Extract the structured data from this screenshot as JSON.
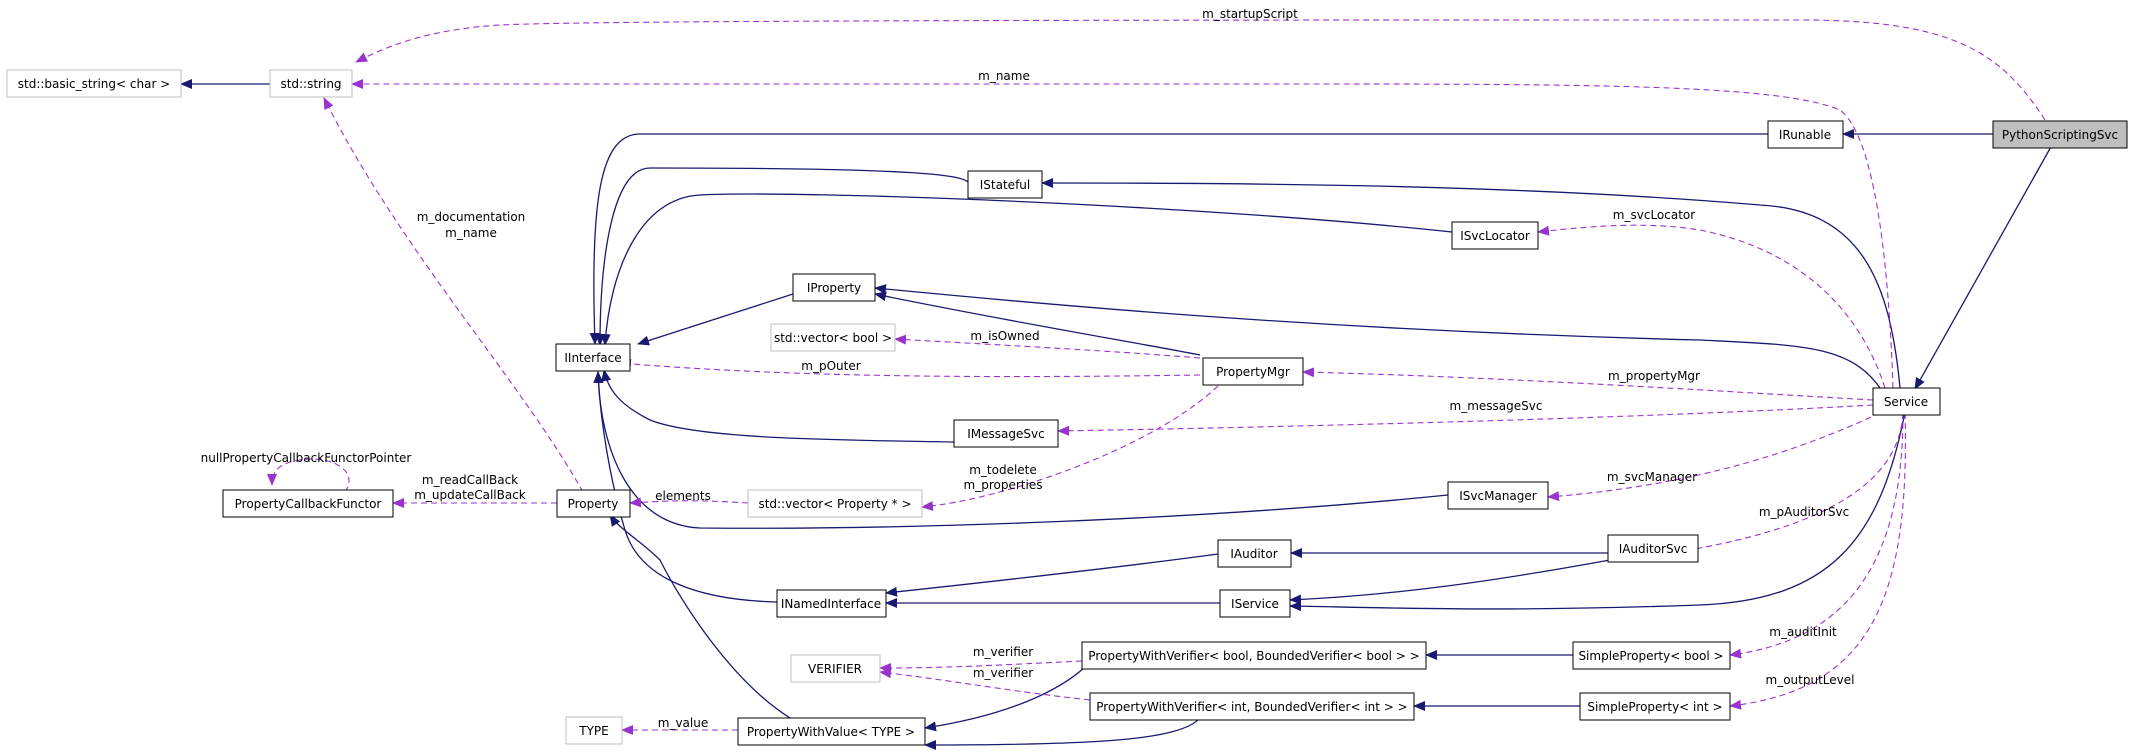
{
  "colors": {
    "inheritance": "#191970",
    "usage": "#9a32cd",
    "self_fill": "#bfbfbf",
    "external_border": "#bfbfbf"
  },
  "nodes": {
    "basic_string": "std::basic_string< char >",
    "std_string": "std::string",
    "python_scripting_svc": "PythonScriptingSvc",
    "irunable": "IRunable",
    "istateful": "IStateful",
    "isvclocator": "ISvcLocator",
    "iproperty": "IProperty",
    "vector_bool": "std::vector< bool >",
    "iinterface": "IInterface",
    "property_mgr": "PropertyMgr",
    "service": "Service",
    "imessagesvc": "IMessageSvc",
    "property_callback_functor": "PropertyCallbackFunctor",
    "property": "Property",
    "vector_property_ptr": "std::vector< Property * >",
    "isvcmanager": "ISvcManager",
    "iauditor": "IAuditor",
    "iauditorsvc": "IAuditorSvc",
    "inamedinterface": "INamedInterface",
    "iservice": "IService",
    "verifier": "VERIFIER",
    "pwv_bool": "PropertyWithVerifier< bool, BoundedVerifier< bool > >",
    "simple_property_bool": "SimpleProperty< bool >",
    "pwv_int": "PropertyWithVerifier< int, BoundedVerifier< int > >",
    "simple_property_int": "SimpleProperty< int >",
    "type": "TYPE",
    "property_with_value": "PropertyWithValue< TYPE >"
  },
  "edge_labels": {
    "m_startupScript": "m_startupScript",
    "m_name": "m_name",
    "m_documentation": "m_documentation",
    "m_name_doc": "m_name",
    "m_svcLocator": "m_svcLocator",
    "m_isOwned": "m_isOwned",
    "m_pOuter": "m_pOuter",
    "m_propertyMgr": "m_propertyMgr",
    "m_messageSvc": "m_messageSvc",
    "nullPropertyCallbackFunctorPointer": "nullPropertyCallbackFunctorPointer",
    "m_readCallBack": "m_readCallBack",
    "m_updateCallBack": "m_updateCallBack",
    "elements": "elements",
    "m_todelete": "m_todelete",
    "m_properties": "m_properties",
    "m_svcManager": "m_svcManager",
    "m_pAuditorSvc": "m_pAuditorSvc",
    "m_auditInit": "m_auditInit",
    "m_verifier_1": "m_verifier",
    "m_verifier_2": "m_verifier",
    "m_outputLevel": "m_outputLevel",
    "m_value": "m_value"
  }
}
